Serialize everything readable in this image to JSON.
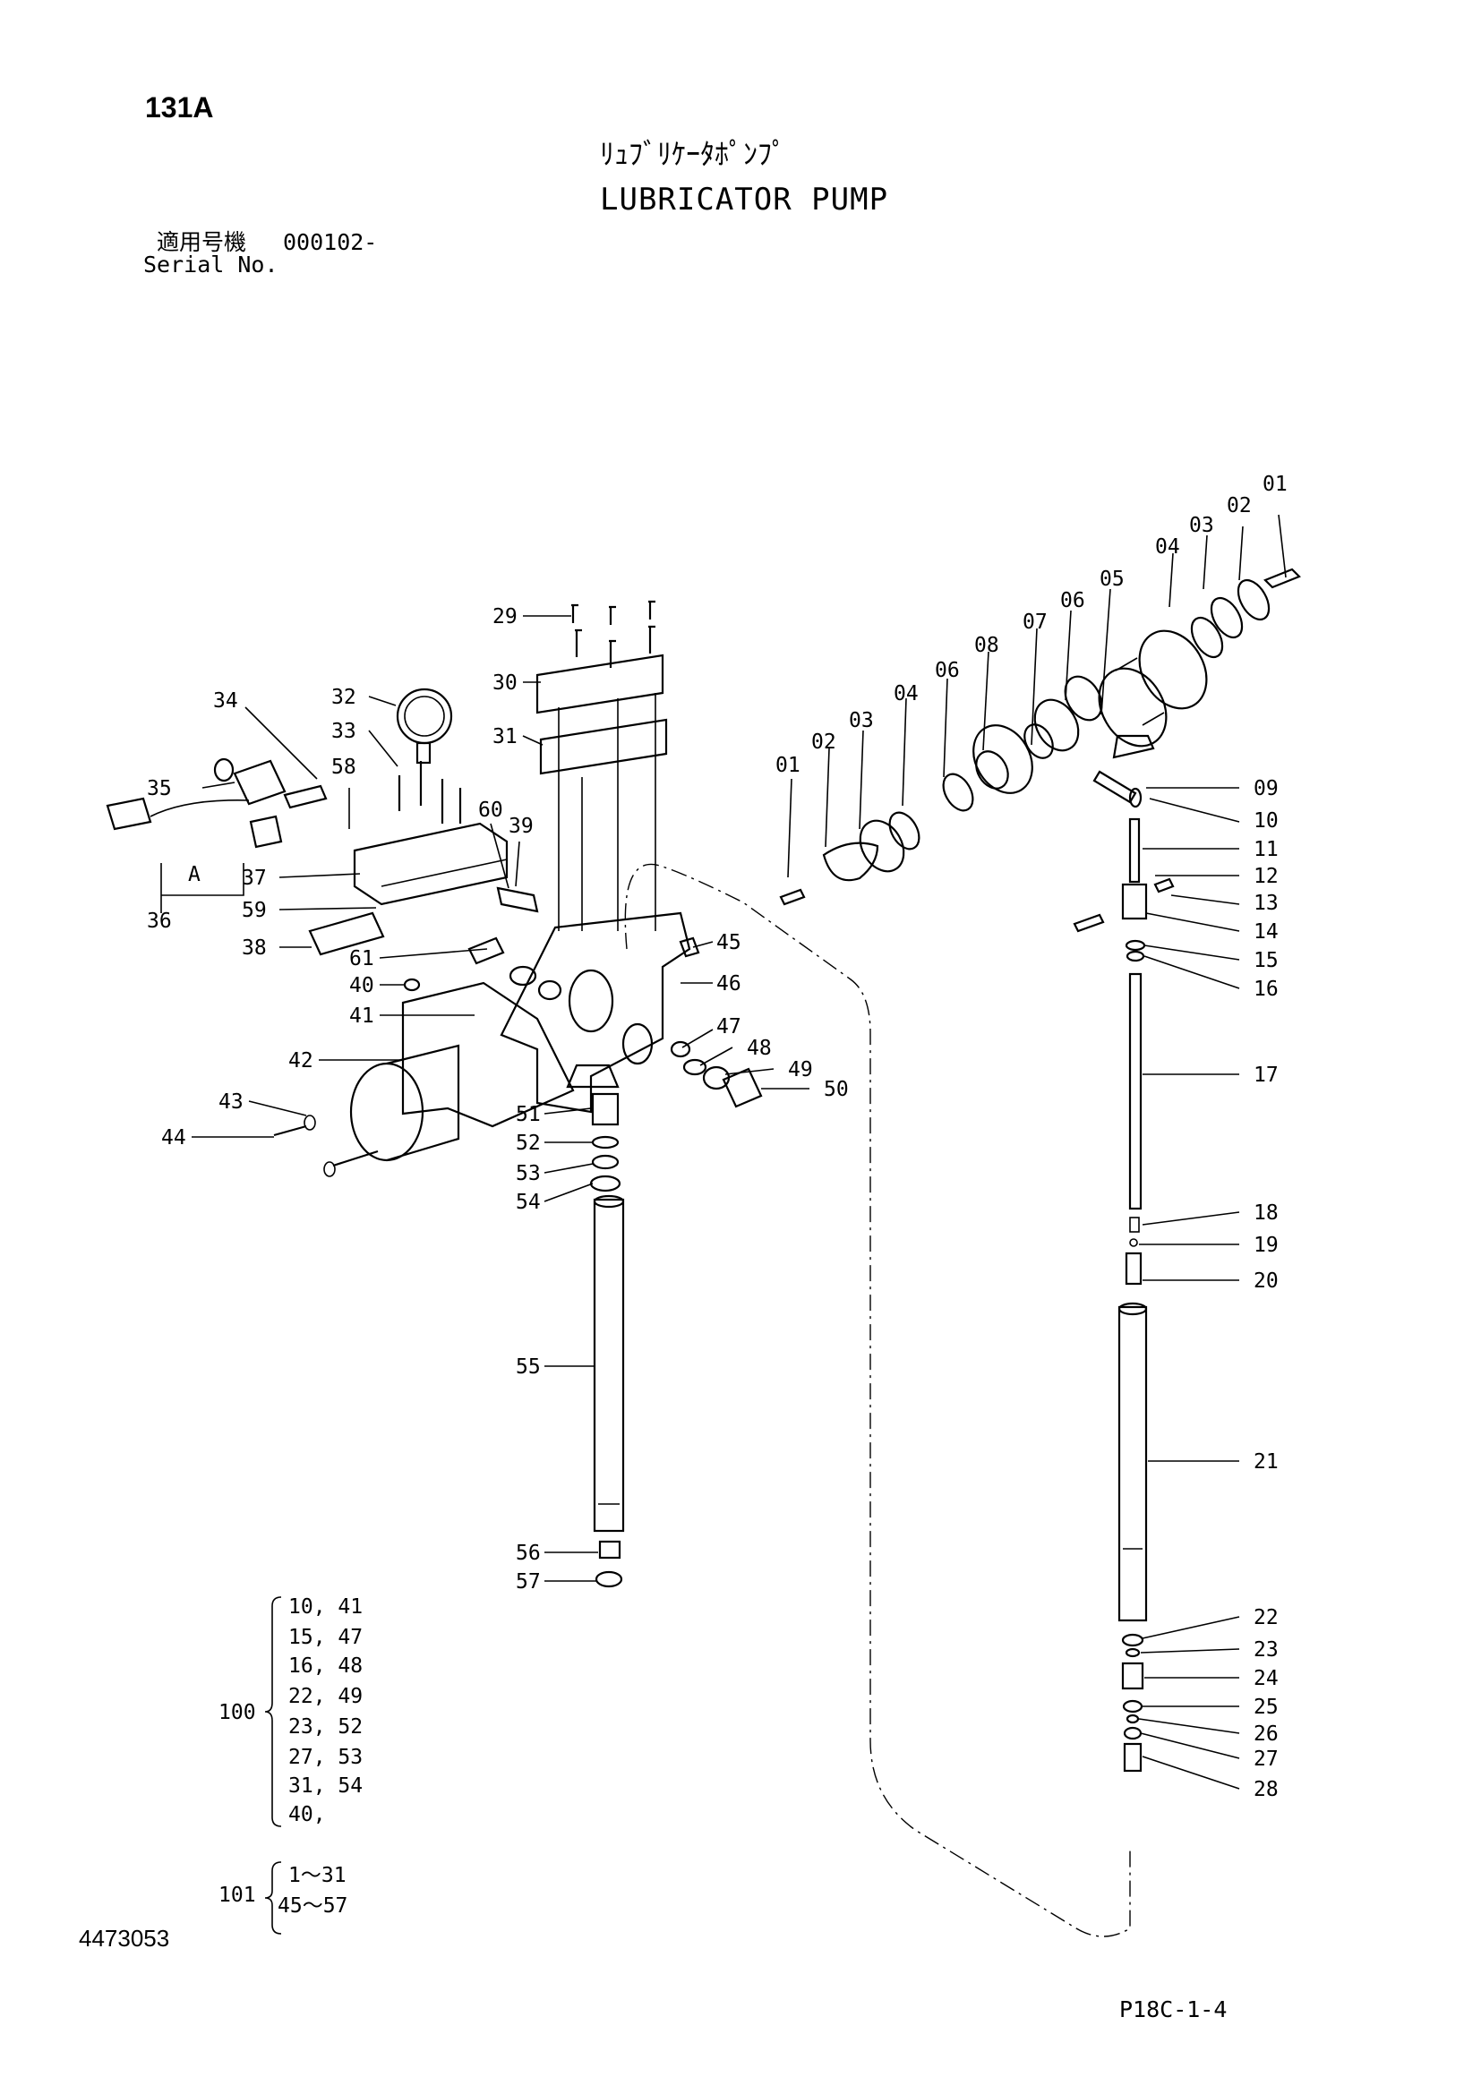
{
  "header": {
    "sheet_code": "131A",
    "title_jp": "ﾘｭﾌﾞﾘｹｰﾀﾎﾟﾝﾌﾟ",
    "title_en": "LUBRICATOR PUMP",
    "serial_label_jp": "適用号機",
    "serial_value": "000102-",
    "serial_label_en": "Serial No."
  },
  "callouts": [
    {
      "id": "c01",
      "label": "01"
    },
    {
      "id": "c02a",
      "label": "02"
    },
    {
      "id": "c03a",
      "label": "03"
    },
    {
      "id": "c04a",
      "label": "04"
    },
    {
      "id": "c05",
      "label": "05"
    },
    {
      "id": "c06a",
      "label": "06"
    },
    {
      "id": "c07",
      "label": "07"
    },
    {
      "id": "c08",
      "label": "08"
    },
    {
      "id": "c06b",
      "label": "06"
    },
    {
      "id": "c04b",
      "label": "04"
    },
    {
      "id": "c03b",
      "label": "03"
    },
    {
      "id": "c02b",
      "label": "02"
    },
    {
      "id": "c01b",
      "label": "01"
    },
    {
      "id": "c09",
      "label": "09"
    },
    {
      "id": "c10",
      "label": "10"
    },
    {
      "id": "c11",
      "label": "11"
    },
    {
      "id": "c12",
      "label": "12"
    },
    {
      "id": "c13",
      "label": "13"
    },
    {
      "id": "c14",
      "label": "14"
    },
    {
      "id": "c15",
      "label": "15"
    },
    {
      "id": "c16",
      "label": "16"
    },
    {
      "id": "c17",
      "label": "17"
    },
    {
      "id": "c18",
      "label": "18"
    },
    {
      "id": "c19",
      "label": "19"
    },
    {
      "id": "c20",
      "label": "20"
    },
    {
      "id": "c21",
      "label": "21"
    },
    {
      "id": "c22",
      "label": "22"
    },
    {
      "id": "c23",
      "label": "23"
    },
    {
      "id": "c24",
      "label": "24"
    },
    {
      "id": "c25",
      "label": "25"
    },
    {
      "id": "c26",
      "label": "26"
    },
    {
      "id": "c27",
      "label": "27"
    },
    {
      "id": "c28",
      "label": "28"
    },
    {
      "id": "c29",
      "label": "29"
    },
    {
      "id": "c30",
      "label": "30"
    },
    {
      "id": "c31",
      "label": "31"
    },
    {
      "id": "c32",
      "label": "32"
    },
    {
      "id": "c33",
      "label": "33"
    },
    {
      "id": "c34",
      "label": "34"
    },
    {
      "id": "c35",
      "label": "35"
    },
    {
      "id": "c36",
      "label": "36"
    },
    {
      "id": "cA",
      "label": "A"
    },
    {
      "id": "c37",
      "label": "37"
    },
    {
      "id": "c38",
      "label": "38"
    },
    {
      "id": "c39",
      "label": "39"
    },
    {
      "id": "c40",
      "label": "40"
    },
    {
      "id": "c41",
      "label": "41"
    },
    {
      "id": "c42",
      "label": "42"
    },
    {
      "id": "c43",
      "label": "43"
    },
    {
      "id": "c44",
      "label": "44"
    },
    {
      "id": "c45",
      "label": "45"
    },
    {
      "id": "c46",
      "label": "46"
    },
    {
      "id": "c47",
      "label": "47"
    },
    {
      "id": "c48",
      "label": "48"
    },
    {
      "id": "c49",
      "label": "49"
    },
    {
      "id": "c50",
      "label": "50"
    },
    {
      "id": "c51",
      "label": "51"
    },
    {
      "id": "c52",
      "label": "52"
    },
    {
      "id": "c53",
      "label": "53"
    },
    {
      "id": "c54",
      "label": "54"
    },
    {
      "id": "c55",
      "label": "55"
    },
    {
      "id": "c56",
      "label": "56"
    },
    {
      "id": "c57",
      "label": "57"
    },
    {
      "id": "c58",
      "label": "58"
    },
    {
      "id": "c59",
      "label": "59"
    },
    {
      "id": "c60",
      "label": "60"
    },
    {
      "id": "c61",
      "label": "61"
    }
  ],
  "kits": [
    {
      "number": "100",
      "items": [
        "10, 41",
        "15, 47",
        "16, 48",
        "22, 49",
        "23, 52",
        "27, 53",
        "31, 54",
        "40,"
      ]
    },
    {
      "number": "101",
      "items": [
        "1～31",
        "45～57"
      ]
    }
  ],
  "footer": {
    "drawing_number": "4473053",
    "page_reference": "P18C-1-4"
  }
}
